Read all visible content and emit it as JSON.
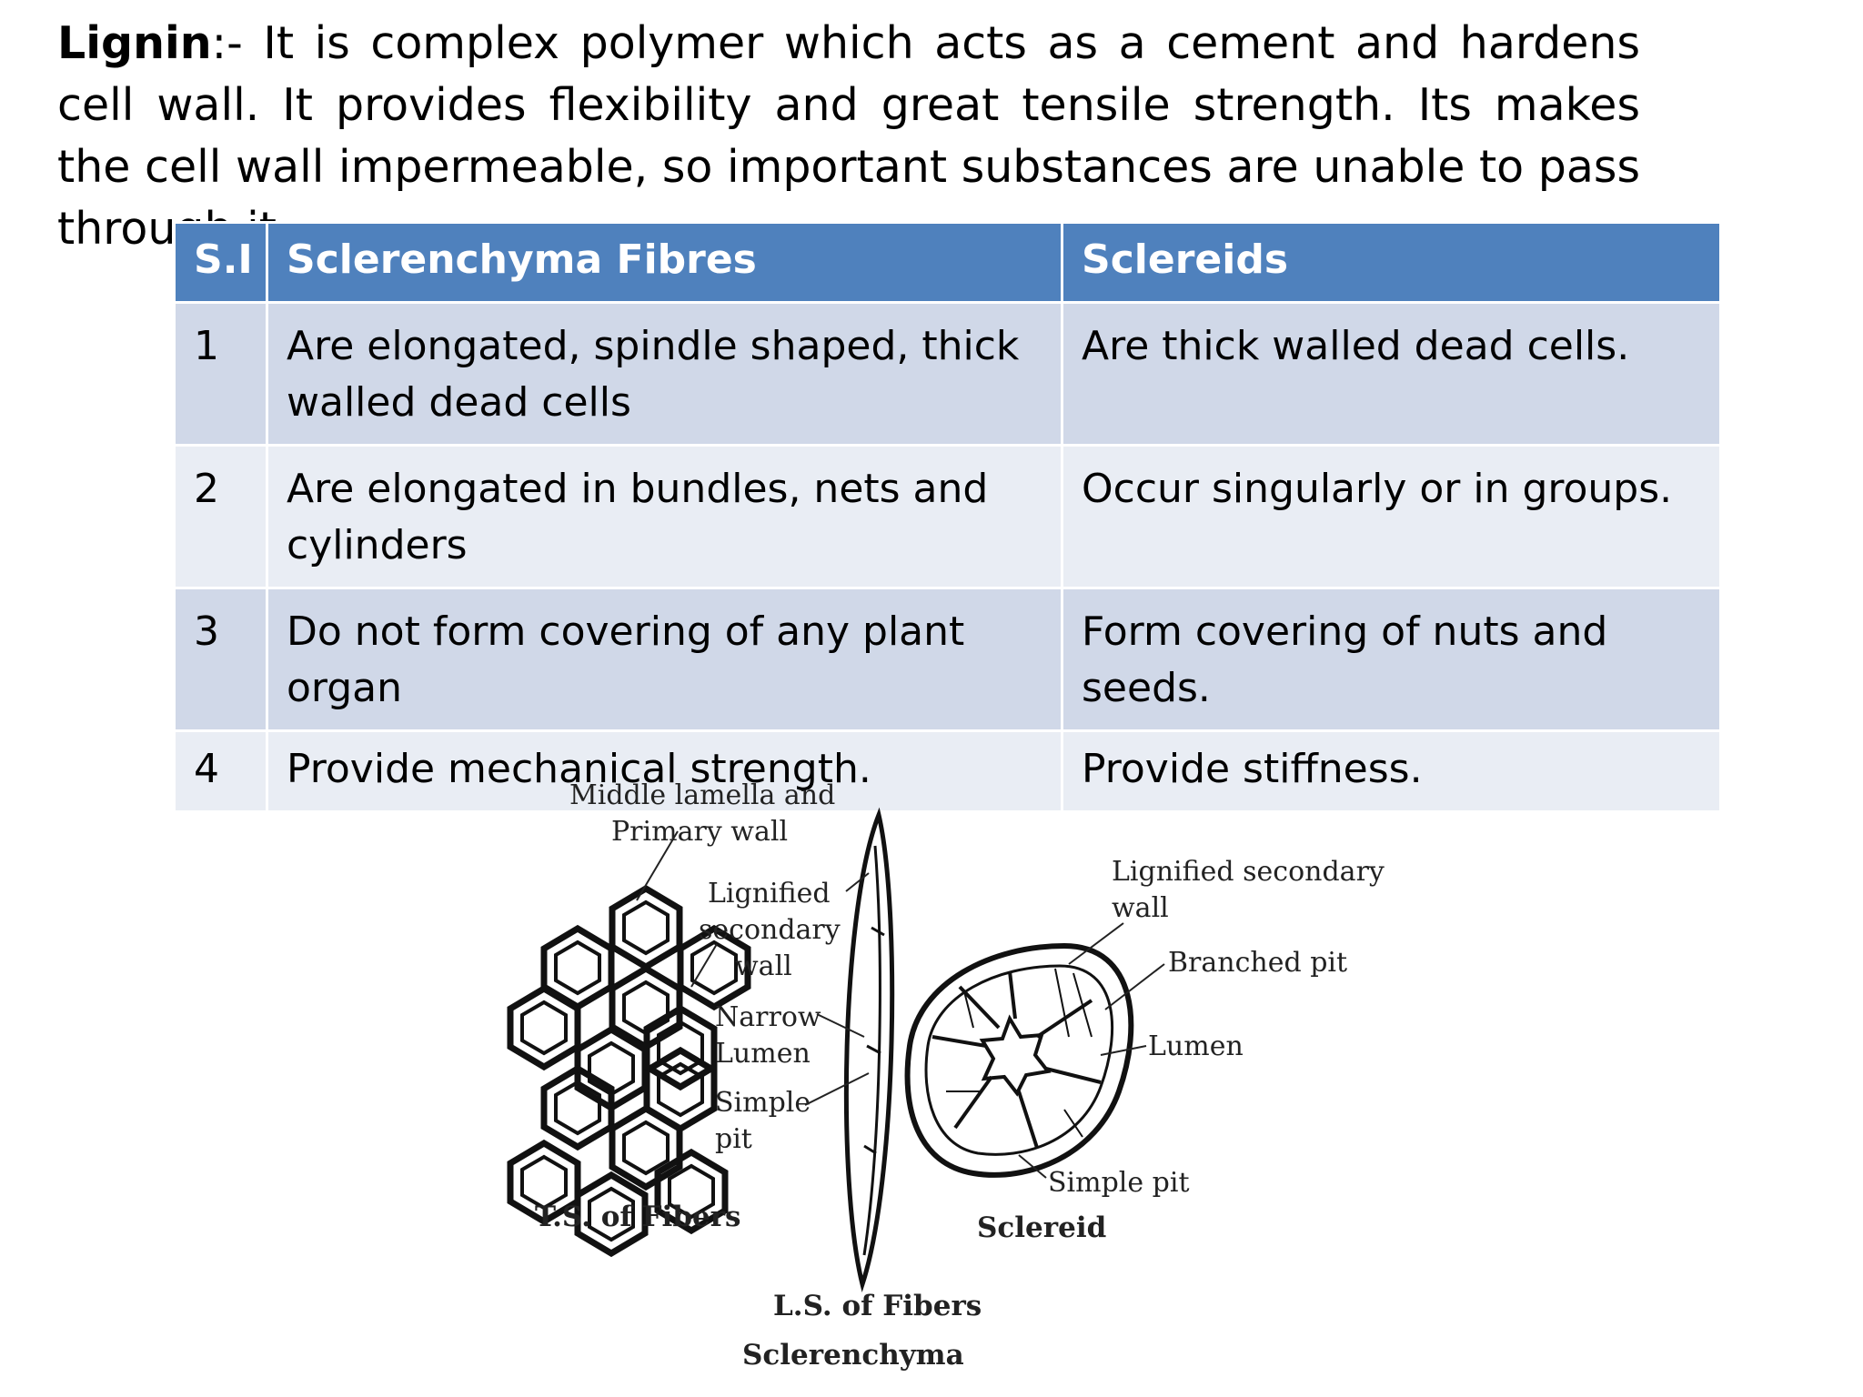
{
  "intro": {
    "term": "Lignin",
    "text": ":- It is complex polymer which acts as a cement and hardens cell wall. It provides flexibility and great tensile strength. Its makes the cell wall impermeable, so important substances are unable to pass through it."
  },
  "table": {
    "headers": [
      "S.I",
      "Sclerenchyma Fibres",
      "Sclereids"
    ],
    "rows": [
      {
        "num": "1",
        "fibres": "Are elongated, spindle shaped, thick walled dead cells",
        "sclereids": "Are thick walled dead cells."
      },
      {
        "num": "2",
        "fibres": "Are elongated in bundles, nets and cylinders",
        "sclereids": "Occur singularly or in groups."
      },
      {
        "num": "3",
        "fibres": "Do not form covering of any plant organ",
        "sclereids": "Form covering of nuts and seeds."
      },
      {
        "num": "4",
        "fibres": "Provide mechanical strength.",
        "sclereids": "Provide stiffness."
      }
    ]
  },
  "figure": {
    "label_middle_lamella": "Middle lamella and",
    "label_primary_wall": "Primary wall",
    "label_lignified_1": "Lignified",
    "label_secondary": "secondary",
    "label_wall": "wall",
    "label_narrow": "Narrow",
    "label_lumen": "Lumen",
    "label_simple": "Simple",
    "label_pit": "pit",
    "label_ts_fibers": "T.S. of Fibers",
    "label_ls_fibers": "L.S. of Fibers",
    "label_sclerenchyma": "Sclerenchyma",
    "label_lignified_secondary": "Lignified secondary",
    "label_wall_2": "wall",
    "label_branched_pit": "Branched pit",
    "label_lumen_2": "Lumen",
    "label_simple_pit": "Simple pit",
    "label_sclereid": "Sclereid"
  }
}
